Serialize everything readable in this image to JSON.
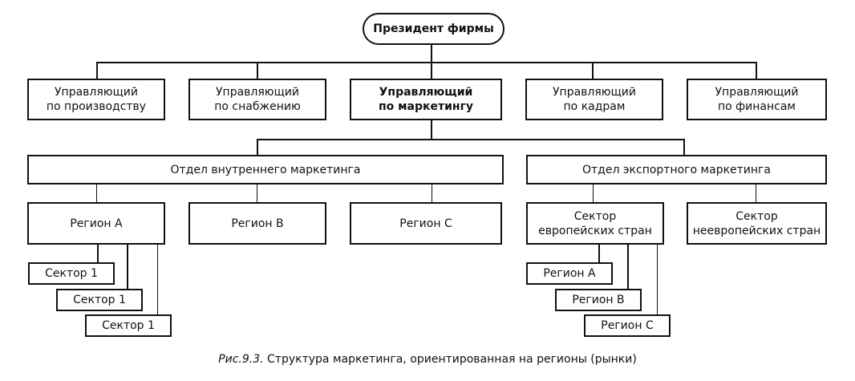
{
  "diagram": {
    "root": "Президент фирмы",
    "managers": [
      {
        "line1": "Управляющий",
        "line2": "по производству"
      },
      {
        "line1": "Управляющий",
        "line2": "по снабжению"
      },
      {
        "line1": "Управляющий",
        "line2": "по маркетингу"
      },
      {
        "line1": "Управляющий",
        "line2": "по кадрам"
      },
      {
        "line1": "Управляющий",
        "line2": "по финансам"
      }
    ],
    "departments": [
      "Отдел внутреннего маркетинга",
      "Отдел экспортного маркетинга"
    ],
    "domestic_regions": [
      "Регион А",
      "Регион В",
      "Регион С"
    ],
    "export_sectors": [
      {
        "line1": "Сектор",
        "line2": "европейских стран"
      },
      {
        "line1": "Сектор",
        "line2": "неевропейских стран"
      }
    ],
    "region_a_sectors": [
      "Сектор 1",
      "Сектор 1",
      "Сектор 1"
    ],
    "european_regions": [
      "Регион А",
      "Регион В",
      "Регион С"
    ]
  },
  "caption": {
    "figure": "Рис.9.3.",
    "text": " Структура маркетинга, ориентированная на регионы (рынки)"
  }
}
